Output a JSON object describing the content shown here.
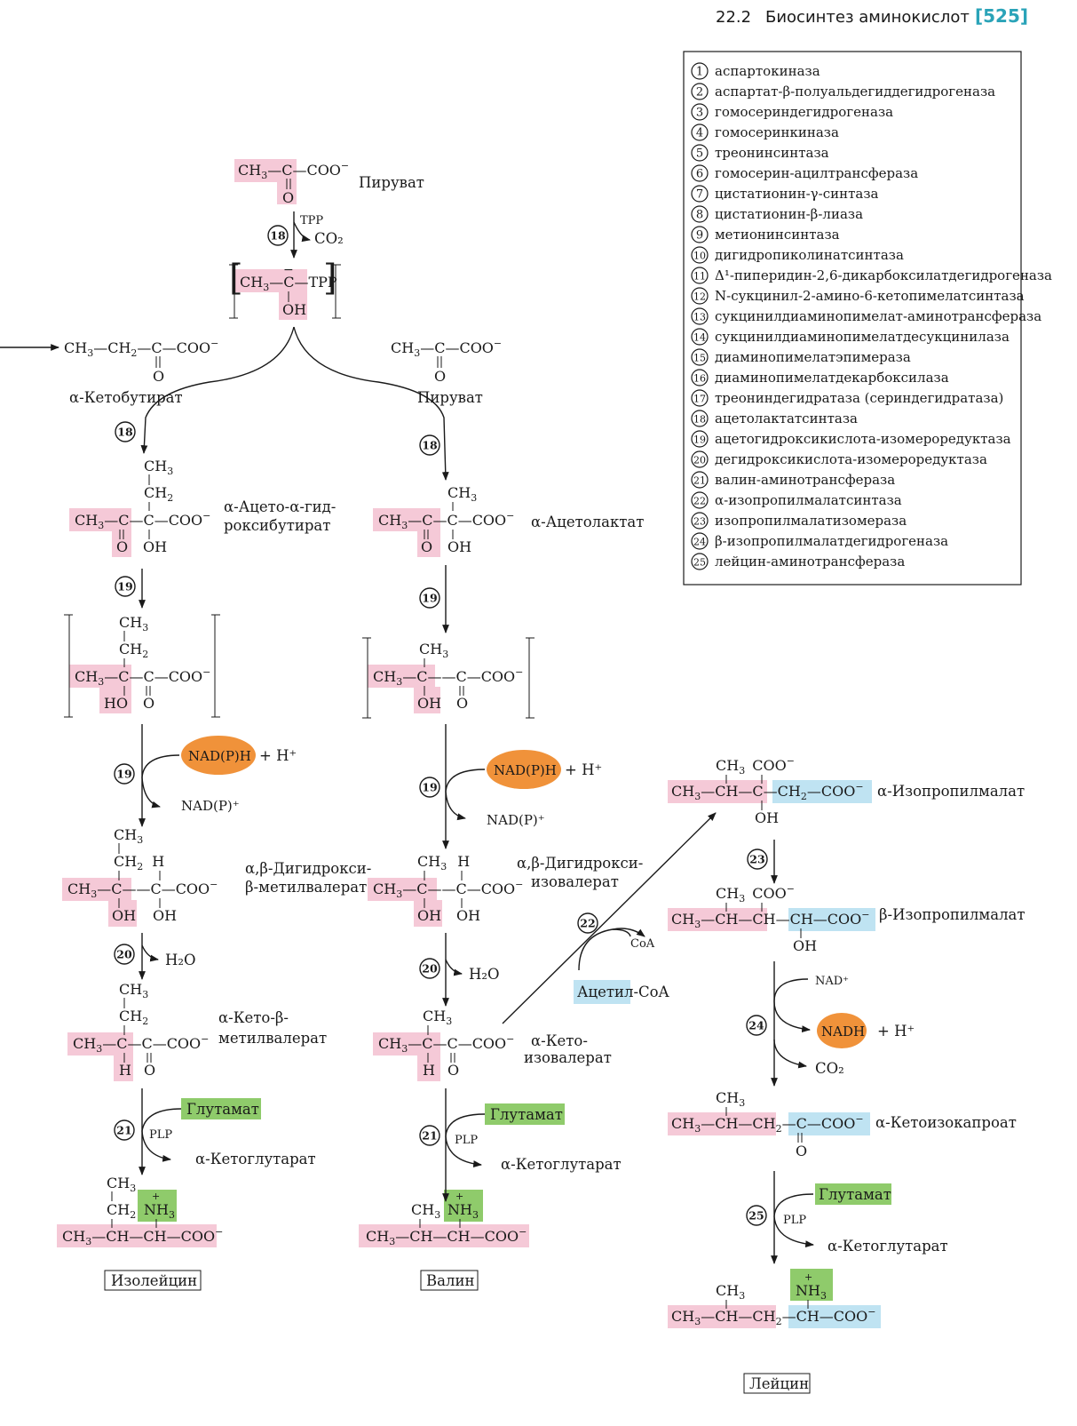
{
  "header": {
    "section": "22.2",
    "title": "Биосинтез аминокислот",
    "page": "[525]"
  },
  "colors": {
    "pink": "#f5c9d7",
    "blue": "#bfe3f2",
    "green": "#8fcb6b",
    "orange": "#f0923a",
    "accent": "#2aa3b8"
  },
  "legend": [
    {
      "n": "1",
      "text": "аспартокиназа"
    },
    {
      "n": "2",
      "text": "аспартат-β-полуальдегиддегидрогеназа"
    },
    {
      "n": "3",
      "text": "гомосериндегидрогеназа"
    },
    {
      "n": "4",
      "text": "гомосеринкиназа"
    },
    {
      "n": "5",
      "text": "треонинсинтаза"
    },
    {
      "n": "6",
      "text": "гомосерин-ацилтрансфераза"
    },
    {
      "n": "7",
      "text": "цистатионин-γ-синтаза"
    },
    {
      "n": "8",
      "text": "цистатионин-β-лиаза"
    },
    {
      "n": "9",
      "text": "метионинсинтаза"
    },
    {
      "n": "10",
      "text": "дигидропиколинатсинтаза"
    },
    {
      "n": "11",
      "text": "Δ¹-пиперидин-2,6-дикарбоксилатдегидрогеназа"
    },
    {
      "n": "12",
      "text": "N-сукцинил-2-амино-6-кетопимелатсинтаза"
    },
    {
      "n": "13",
      "text": "сукцинилдиаминопимелат-аминотрансфераза"
    },
    {
      "n": "14",
      "text": "сукцинилдиаминопимелатдесукцинилаза"
    },
    {
      "n": "15",
      "text": "диаминопимелатэпимераза"
    },
    {
      "n": "16",
      "text": "диаминопимелатдекарбоксилаза"
    },
    {
      "n": "17",
      "text": "треониндегидратаза (сериндегидратаза)"
    },
    {
      "n": "18",
      "text": "ацетолактатсинтаза"
    },
    {
      "n": "19",
      "text": "ацетогидроксикислота-изомероредуктаза"
    },
    {
      "n": "20",
      "text": "дегидроксикислота-изомероредуктаза"
    },
    {
      "n": "21",
      "text": "валин-аминотрансфераза"
    },
    {
      "n": "22",
      "text": "α-изопропилмалатсинтаза"
    },
    {
      "n": "23",
      "text": "изопропилмалатизомераза"
    },
    {
      "n": "24",
      "text": "β-изопропилмалатдегидрогеназа"
    },
    {
      "n": "25",
      "text": "лейцин-аминотрансфераза"
    }
  ],
  "labels": {
    "pyruvate": "Пируват",
    "ketobutyrate": "α-Кетобутират",
    "acetohydroxybutyrate_1": "α-Ацето-α-гид-",
    "acetohydroxybutyrate_2": "роксибутират",
    "acetolactate": "α-Ацетолактат",
    "dihydroxymethylvalerate_1": "α,β-Дигидрокси-",
    "dihydroxymethylvalerate_2": "β-метилвалерат",
    "dihydroxyisovalerate_1": "α,β-Дигидрокси-",
    "dihydroxyisovalerate_2": "изовалерат",
    "ketomethylvalerate_1": "α-Кето-β-",
    "ketomethylvalerate_2": "метилвалерат",
    "ketoisovalerate_1": "α-Кето-",
    "ketoisovalerate_2": "изовалерат",
    "isopropylmalate_a": "α-Изопропилмалат",
    "isopropylmalate_b": "β-Изопропилмалат",
    "ketoisocaproate": "α-Кетоизокапроат",
    "isoleucine": "Изолейцин",
    "valine": "Валин",
    "leucine": "Лейцин"
  },
  "cofactors": {
    "tpp": "TPP",
    "co2": "CO₂",
    "nadph": "NAD(P)H",
    "h_plus": "+ H⁺",
    "nadp_plus": "NAD(P)⁺",
    "h2o": "H₂O",
    "glutamate": "Глутамат",
    "plp": "PLP",
    "ketoglutarate": "α-Кетоглутарат",
    "coa": "CoA",
    "acetyl_coa": "Ацетил-CoA",
    "nad_plus": "NAD⁺",
    "nadh": "NADH",
    "nadh_h": "+ H⁺"
  }
}
